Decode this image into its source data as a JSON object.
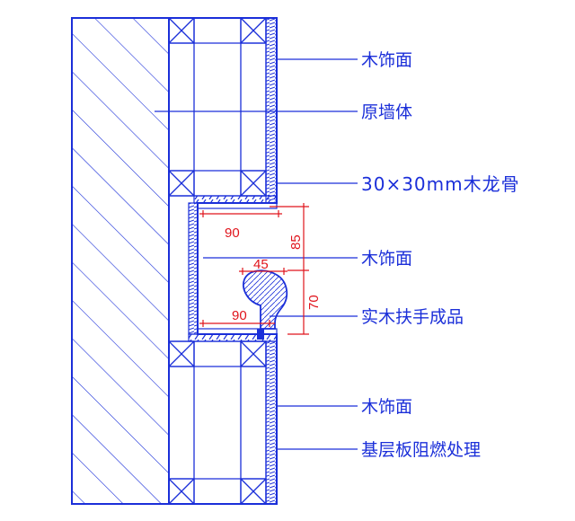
{
  "labels": {
    "wood_face_1": "木饰面",
    "original_wall": "原墙体",
    "keel": "30×30mm木龙骨",
    "wood_face_2": "木饰面",
    "handrail": "实木扶手成品",
    "wood_face_3": "木饰面",
    "fireproof": "基层板阻燃处理"
  },
  "dimensions": {
    "niche_depth_top": "90",
    "niche_height": "85",
    "handrail_width": "45",
    "handrail_height": "70",
    "niche_depth_bottom": "90"
  },
  "colors": {
    "line": "#1b2fd9",
    "dimension": "#e0141c"
  }
}
